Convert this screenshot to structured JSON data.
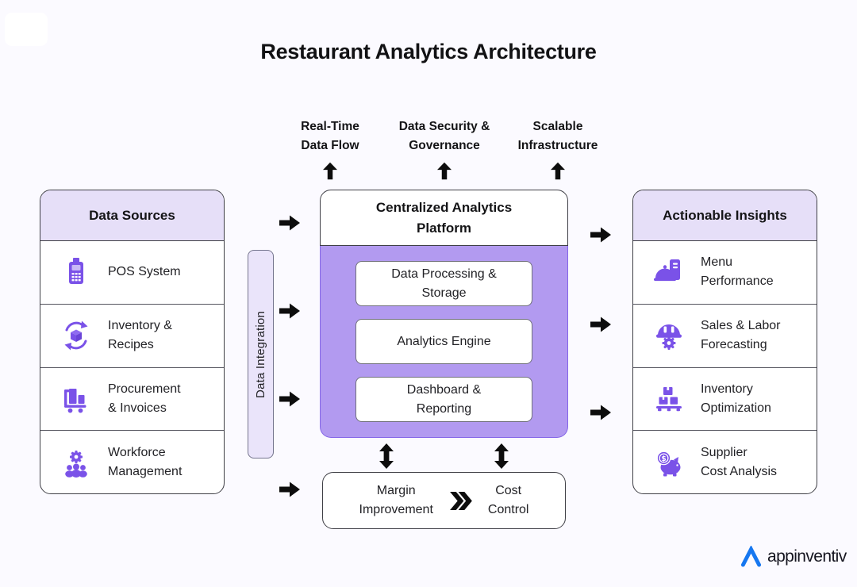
{
  "title": "Restaurant Analytics Architecture",
  "top_benefits": [
    {
      "label": "Real-Time\nData Flow",
      "icon": "arrow-up-icon"
    },
    {
      "label": "Data Security &\nGovernance",
      "icon": "arrow-up-icon"
    },
    {
      "label": "Scalable\nInfrastructure",
      "icon": "arrow-up-icon"
    }
  ],
  "data_sources": {
    "title": "Data Sources",
    "items": [
      {
        "label": "POS System",
        "icon": "pos-terminal-icon"
      },
      {
        "label": "Inventory &\nRecipes",
        "icon": "inventory-sync-icon"
      },
      {
        "label": "Procurement\n& Invoices",
        "icon": "hand-truck-icon"
      },
      {
        "label": "Workforce\nManagement",
        "icon": "team-gear-icon"
      }
    ]
  },
  "integration": {
    "label": "Data Integration"
  },
  "platform": {
    "title": "Centralized Analytics\nPlatform",
    "modules": [
      "Data Processing &\nStorage",
      "Analytics Engine",
      "Dashboard &\nReporting"
    ]
  },
  "outcomes": {
    "left": "Margin\nImprovement",
    "right": "Cost\nControl",
    "icon": "double-chevron-right-icon"
  },
  "actionable_insights": {
    "title": "Actionable Insights",
    "items": [
      {
        "label": "Menu\nPerformance",
        "icon": "menu-cloche-icon"
      },
      {
        "label": "Sales & Labor\nForecasting",
        "icon": "hardhat-gear-icon"
      },
      {
        "label": "Inventory\nOptimization",
        "icon": "pallet-boxes-icon"
      },
      {
        "label": "Supplier\nCost Analysis",
        "icon": "piggy-bank-icon"
      }
    ]
  },
  "logo": {
    "text": "appinventiv"
  },
  "colors": {
    "background": "#fbfaff",
    "panel_header": "#e6dff8",
    "platform_body": "#b29af0",
    "integration_bar": "#eae4fa",
    "icon_accent": "#7a52e8",
    "arrow": "#0d0d0d",
    "logo_blue": "#1677f0"
  }
}
